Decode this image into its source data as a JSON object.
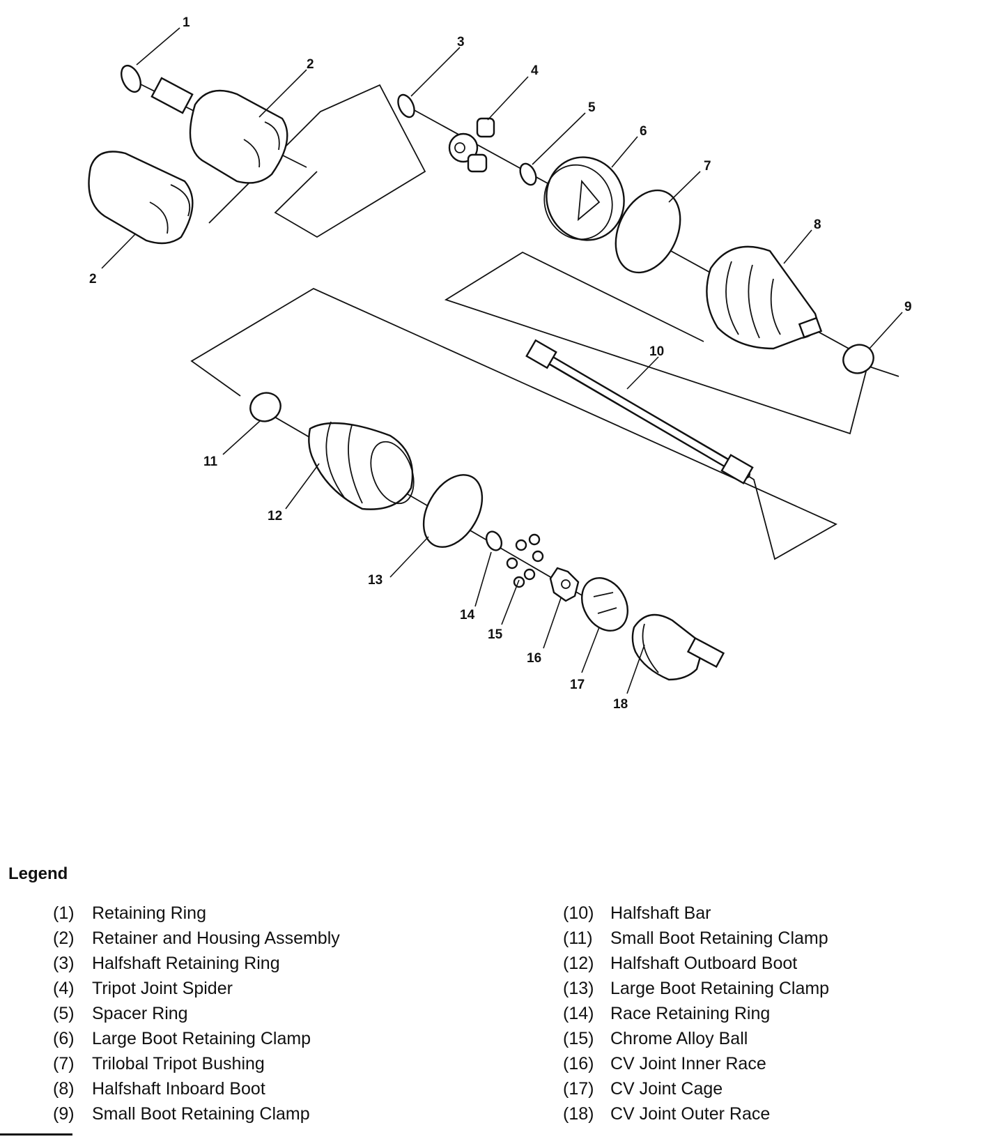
{
  "callouts": {
    "c1": "1",
    "c2a": "2",
    "c2b": "2",
    "c3": "3",
    "c4": "4",
    "c5": "5",
    "c6": "6",
    "c7": "7",
    "c8": "8",
    "c9": "9",
    "c10": "10",
    "c11": "11",
    "c12": "12",
    "c13": "13",
    "c14": "14",
    "c15": "15",
    "c16": "16",
    "c17": "17",
    "c18": "18"
  },
  "legend": {
    "title": "Legend",
    "items": [
      {
        "num": "(1)",
        "label": "Retaining Ring"
      },
      {
        "num": "(2)",
        "label": "Retainer and Housing Assembly"
      },
      {
        "num": "(3)",
        "label": "Halfshaft Retaining Ring"
      },
      {
        "num": "(4)",
        "label": "Tripot Joint Spider"
      },
      {
        "num": "(5)",
        "label": "Spacer Ring"
      },
      {
        "num": "(6)",
        "label": "Large Boot Retaining Clamp"
      },
      {
        "num": "(7)",
        "label": "Trilobal Tripot Bushing"
      },
      {
        "num": "(8)",
        "label": "Halfshaft Inboard Boot"
      },
      {
        "num": "(9)",
        "label": "Small Boot Retaining Clamp"
      },
      {
        "num": "(10)",
        "label": "Halfshaft Bar"
      },
      {
        "num": "(11)",
        "label": "Small Boot Retaining Clamp"
      },
      {
        "num": "(12)",
        "label": "Halfshaft Outboard Boot"
      },
      {
        "num": "(13)",
        "label": "Large Boot Retaining Clamp"
      },
      {
        "num": "(14)",
        "label": "Race Retaining Ring"
      },
      {
        "num": "(15)",
        "label": "Chrome Alloy Ball"
      },
      {
        "num": "(16)",
        "label": "CV Joint Inner Race"
      },
      {
        "num": "(17)",
        "label": "CV Joint Cage"
      },
      {
        "num": "(18)",
        "label": "CV Joint Outer Race"
      }
    ]
  }
}
